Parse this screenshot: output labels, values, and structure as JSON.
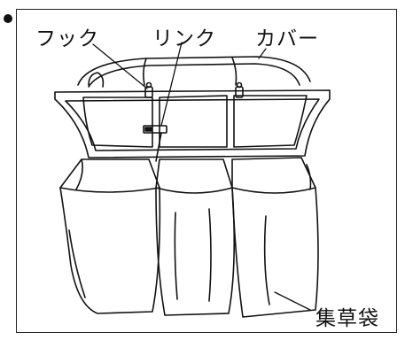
{
  "labels": {
    "hook": "フック",
    "link": "リンク",
    "cover": "カバー",
    "grass_bag": "集草袋"
  }
}
